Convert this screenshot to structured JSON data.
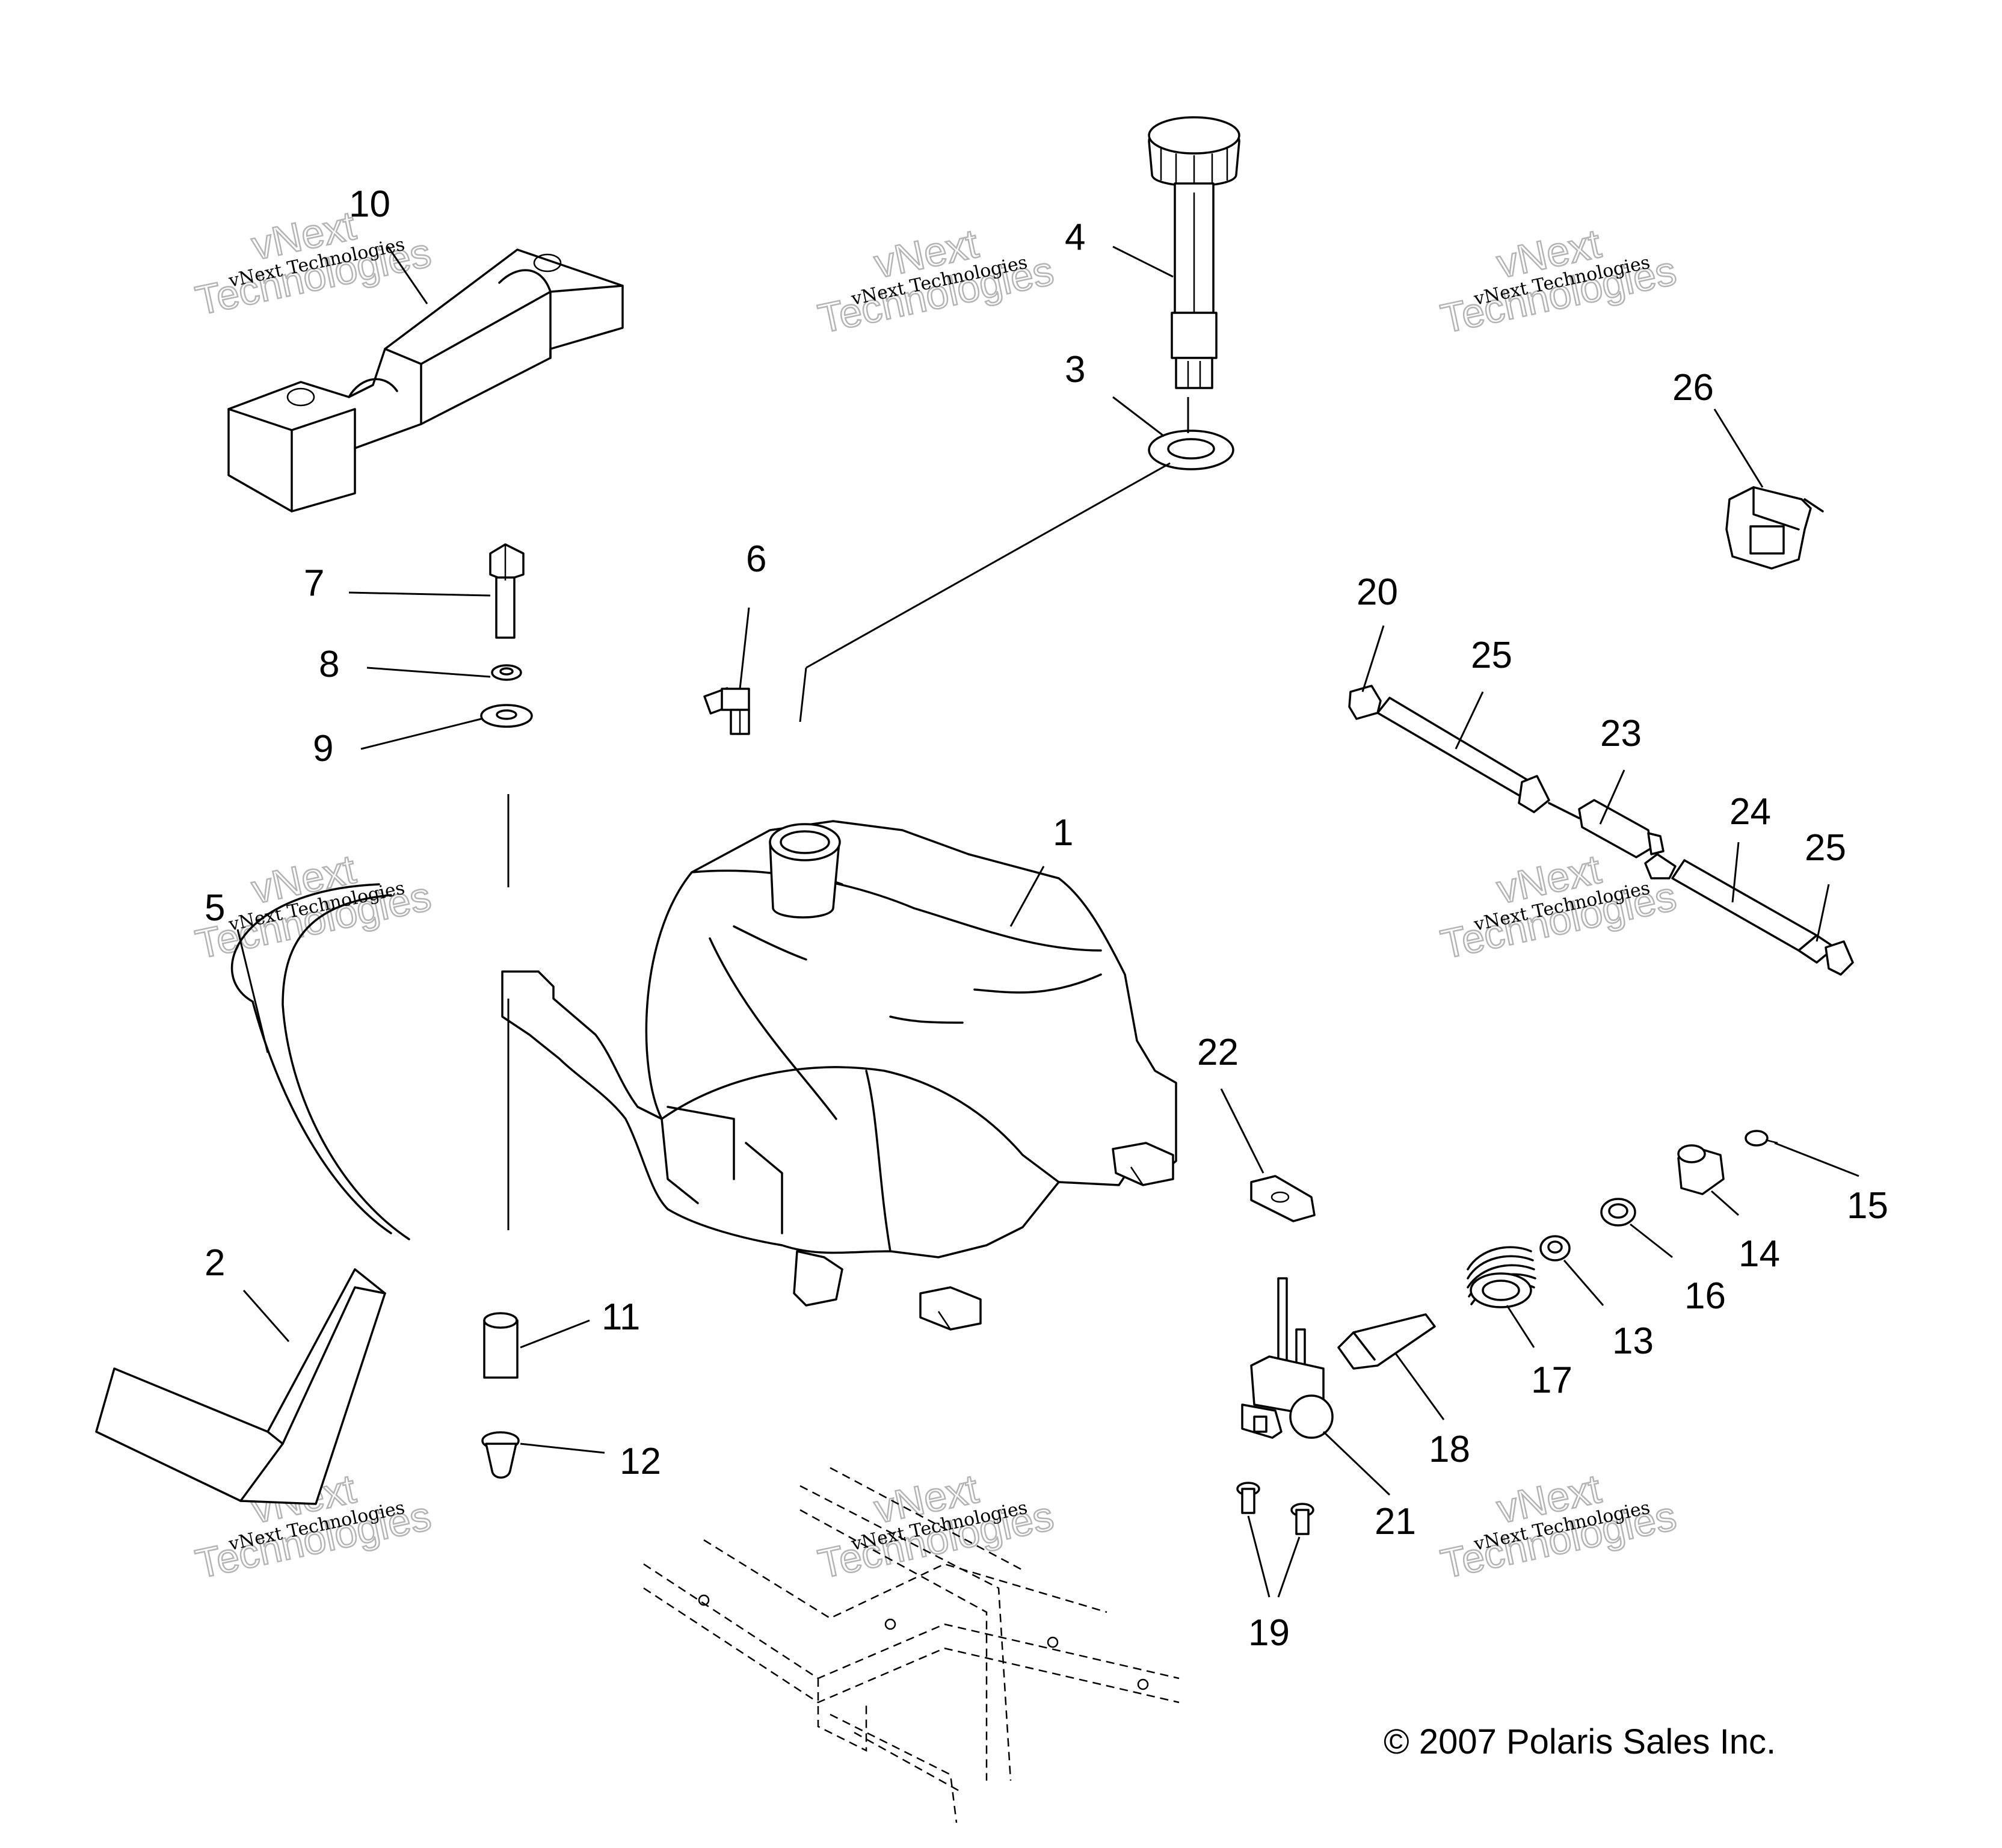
{
  "callouts": [
    "1",
    "2",
    "3",
    "4",
    "5",
    "6",
    "7",
    "8",
    "9",
    "10",
    "11",
    "12",
    "13",
    "14",
    "15",
    "16",
    "17",
    "18",
    "19",
    "20",
    "21",
    "22",
    "23",
    "24",
    "25",
    "26"
  ],
  "callout_25_second": "25",
  "watermark": {
    "line1": "vNext Technologies",
    "line2": "vNext",
    "line3": "Technologies"
  },
  "copyright": "© 2007 Polaris Sales Inc."
}
